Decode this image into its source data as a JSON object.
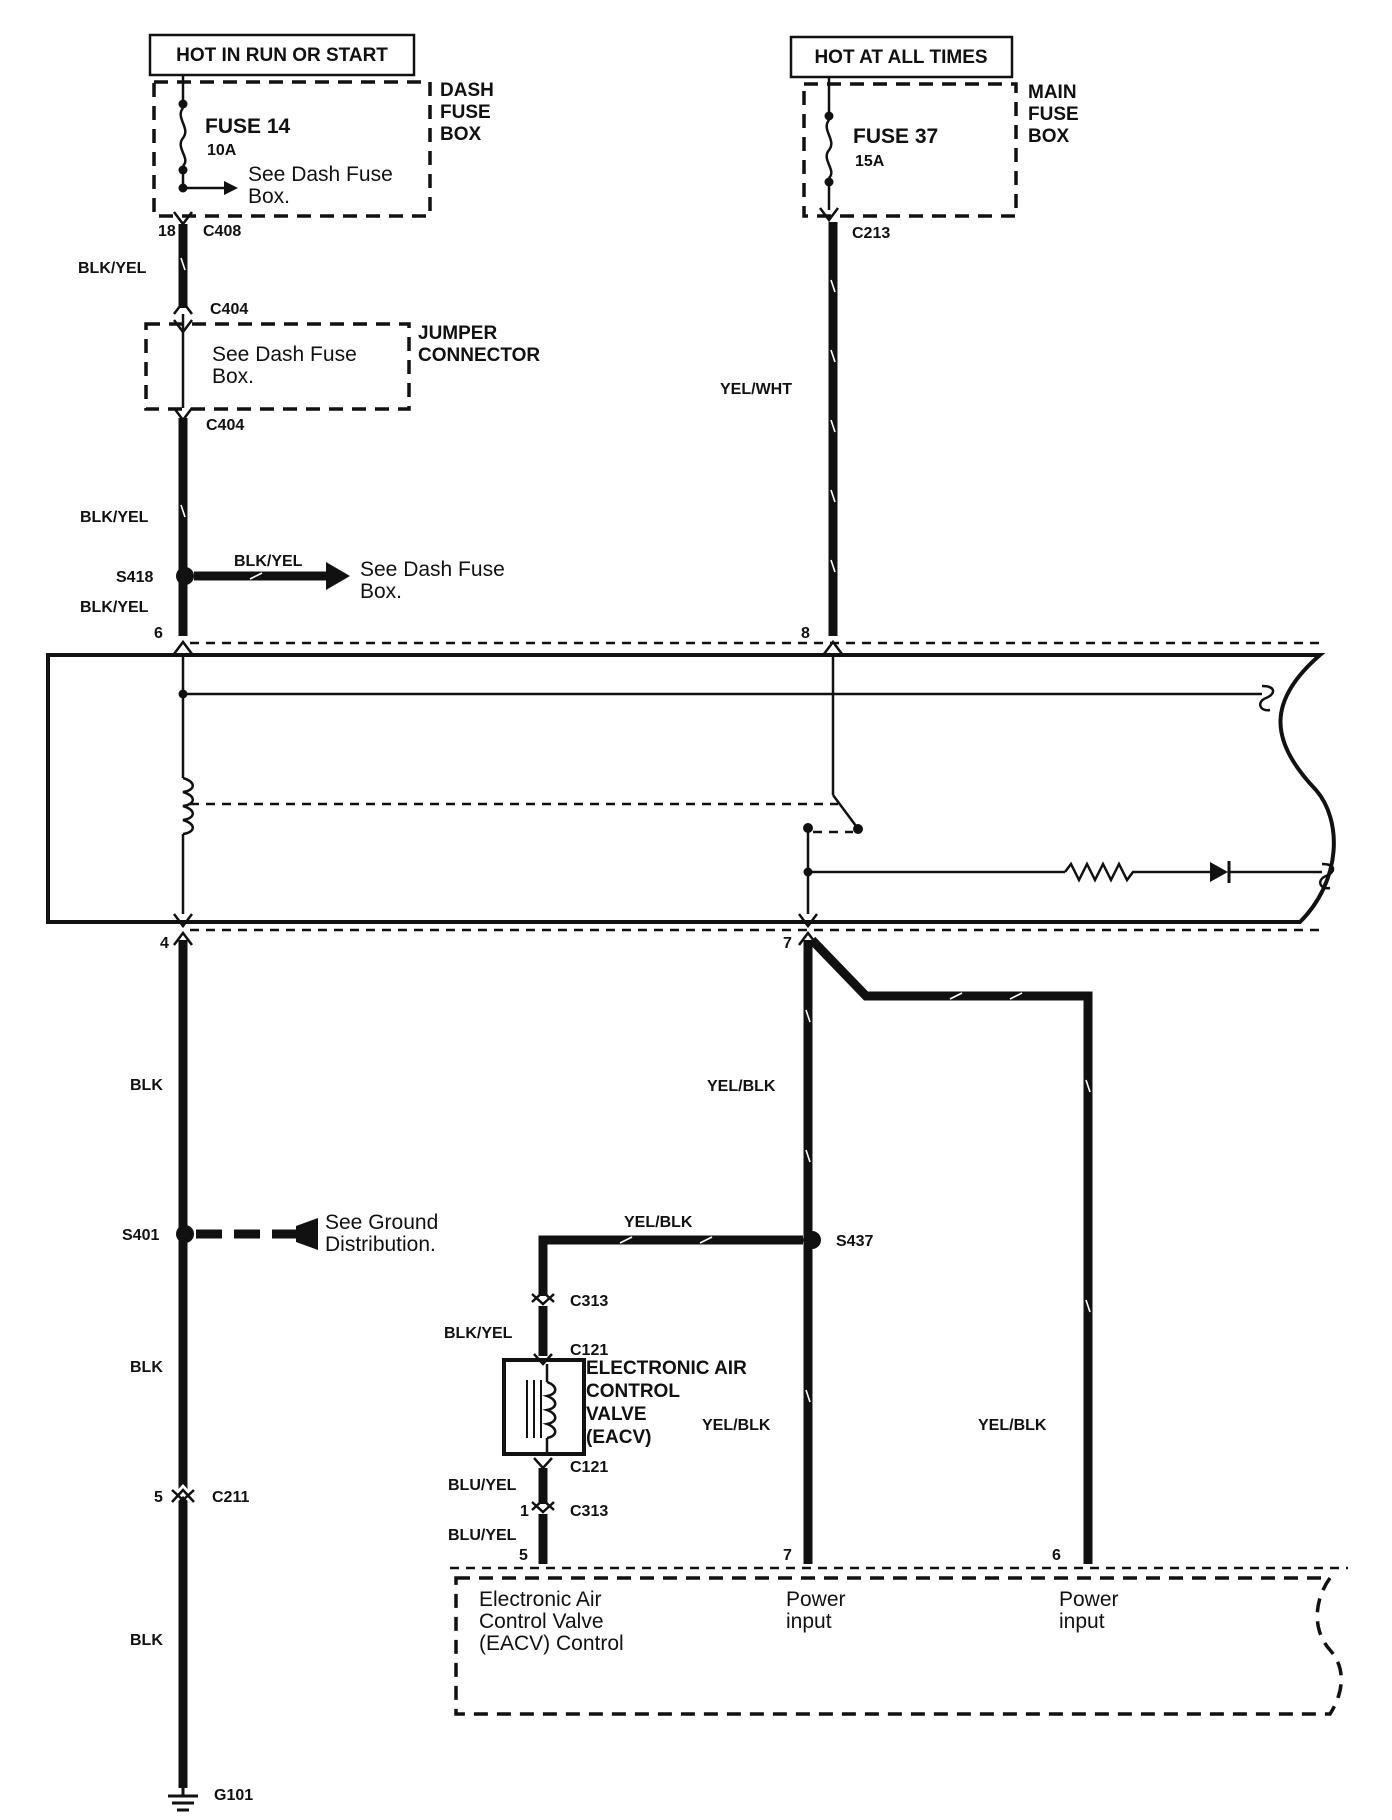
{
  "power_sources": {
    "left_label": "HOT IN RUN OR START",
    "right_label": "HOT AT ALL TIMES"
  },
  "dash_fuse_box": {
    "fuse_name": "FUSE 14",
    "fuse_rating": "10A",
    "branch_line1": "See Dash Fuse",
    "branch_line2": "Box.",
    "box_line1": "DASH",
    "box_line2": "FUSE",
    "box_line3": "BOX",
    "pin": "18",
    "connector": "C408"
  },
  "main_fuse_box": {
    "fuse_name": "FUSE 37",
    "fuse_rating": "15A",
    "box_line1": "MAIN",
    "box_line2": "FUSE",
    "box_line3": "BOX",
    "connector": "C213"
  },
  "jumper": {
    "connector_top": "C404",
    "connector_bottom": "C404",
    "text_line1": "See Dash Fuse",
    "text_line2": "Box.",
    "label_line1": "JUMPER",
    "label_line2": "CONNECTOR"
  },
  "wires": {
    "blk_yel_1": "BLK/YEL",
    "blk_yel_2": "BLK/YEL",
    "blk_yel_branch": "BLK/YEL",
    "blk_yel_3": "BLK/YEL",
    "yel_wht": "YEL/WHT",
    "blk_1": "BLK",
    "blk_2": "BLK",
    "blk_3": "BLK",
    "yel_blk_1": "YEL/BLK",
    "yel_blk_horiz": "YEL/BLK",
    "yel_blk_2": "YEL/BLK",
    "yel_blk_3": "YEL/BLK",
    "blk_yel_valve": "BLK/YEL",
    "blu_yel_1": "BLU/YEL",
    "blu_yel_2": "BLU/YEL"
  },
  "splices": {
    "s418": "S418",
    "s418_ref_line1": "See Dash Fuse",
    "s418_ref_line2": "Box.",
    "s401": "S401",
    "s401_ref_line1": "See Ground",
    "s401_ref_line2": "Distribution.",
    "s437": "S437"
  },
  "relay_pins": {
    "top_left": "6",
    "top_right": "8",
    "bottom_left": "4",
    "bottom_right": "7"
  },
  "lower": {
    "c211_pin": "5",
    "c211": "C211",
    "ground": "G101",
    "c313_top": "C313",
    "c121_top": "C121",
    "c121_bottom": "C121",
    "c313_bottom_pin": "1",
    "c313_bottom": "C313",
    "eacv_line1": "ELECTRONIC AIR",
    "eacv_line2": "CONTROL",
    "eacv_line3": "VALVE",
    "eacv_line4": "(EACV)"
  },
  "ecm": {
    "pin_left": "5",
    "pin_mid": "7",
    "pin_right": "6",
    "left_line1": "Electronic Air",
    "left_line2": "Control Valve",
    "left_line3": "(EACV) Control",
    "mid_line1": "Power",
    "mid_line2": "input",
    "right_line1": "Power",
    "right_line2": "input"
  }
}
